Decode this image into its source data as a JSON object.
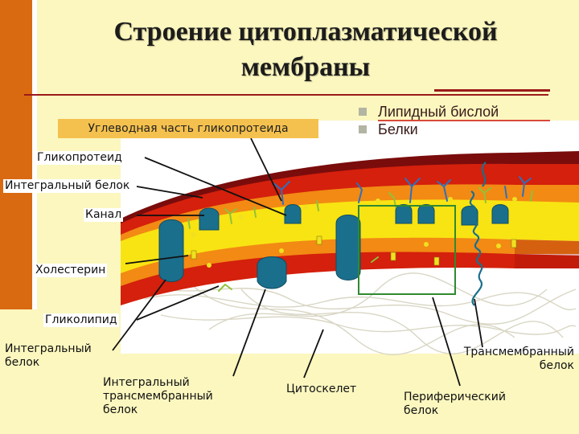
{
  "title": {
    "line1": "Строение цитоплазматической",
    "line2": "мембраны"
  },
  "legend": [
    {
      "label": "Липидный бислой"
    },
    {
      "label": "Белки"
    }
  ],
  "labels": {
    "carbohydrate": "Углеводная часть гликопротеида",
    "glycoprotein": "Гликопротеид",
    "integral_protein_top": "Интегральный белок",
    "channel": "Канал",
    "cholesterol": "Холестерин",
    "glycolipid": "Гликолипид",
    "integral_protein_bottom_line1": "Интегральный",
    "integral_protein_bottom_line2": "белок",
    "integral_transmembrane_line1": "Интегральный",
    "integral_transmembrane_line2": "трансмембранный",
    "integral_transmembrane_line3": "белок",
    "cytoskeleton": "Цитоскелет",
    "transmembrane_line1": "Трансмембранный",
    "transmembrane_line2": "белок",
    "peripheral_line1": "Периферический",
    "peripheral_line2": "белок"
  },
  "colors": {
    "background": "#fbf7bf",
    "accent_bar": "#d96a12",
    "membrane_dark": "#7a0c0c",
    "membrane_red": "#d4200c",
    "membrane_orange": "#f28a14",
    "membrane_yellow": "#f8e412",
    "protein_blue": "#1a6f8c",
    "highlight_box": "#2f8a2f"
  }
}
